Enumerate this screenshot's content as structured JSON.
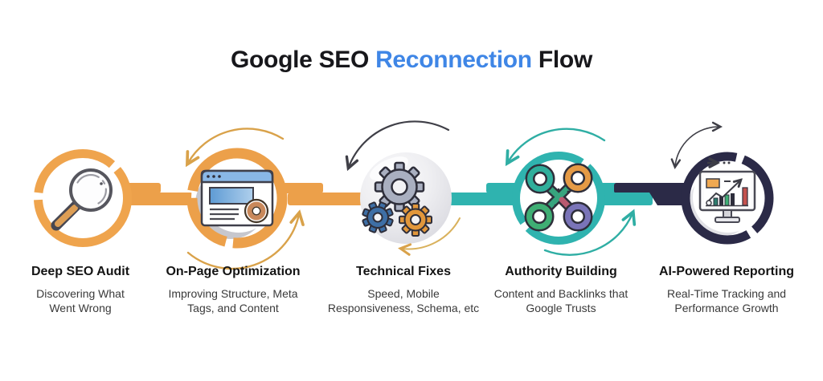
{
  "title": {
    "part1": "Google SEO ",
    "highlight": "Reconnection",
    "part2": " Flow"
  },
  "palette": {
    "title_highlight_blue": "#3F86E6",
    "accent_orange": "#ECA04A",
    "accent_teal": "#2FB3AF",
    "accent_navy": "#2B2A47",
    "sphere_gray": "#E6E6EA",
    "heading_text": "#141414",
    "body_text": "#3A3A3A"
  },
  "steps": [
    {
      "title": "Deep SEO Audit",
      "desc_lines": [
        "Discovering What",
        "Went Wrong"
      ],
      "icon": "magnifier-icon",
      "accent": "#ECA04A"
    },
    {
      "title": "On-Page Optimization",
      "desc_lines": [
        "Improving Structure, Meta",
        "Tags, and Content"
      ],
      "icon": "browser-window-icon",
      "accent": "#ECA04A"
    },
    {
      "title": "Technical Fixes",
      "desc_lines": [
        "Speed, Mobile",
        "Responsiveness, Schema, etc"
      ],
      "icon": "gears-icon",
      "accent": "#E6E6EA"
    },
    {
      "title": "Authority Building",
      "desc_lines": [
        "Content and Backlinks that",
        "Google Trusts"
      ],
      "icon": "chain-links-icon",
      "accent": "#2FB3AF"
    },
    {
      "title": "AI-Powered Reporting",
      "desc_lines": [
        "Real-Time Tracking and",
        "Performance Growth"
      ],
      "icon": "monitor-chart-icon",
      "accent": "#2B2A47"
    }
  ]
}
